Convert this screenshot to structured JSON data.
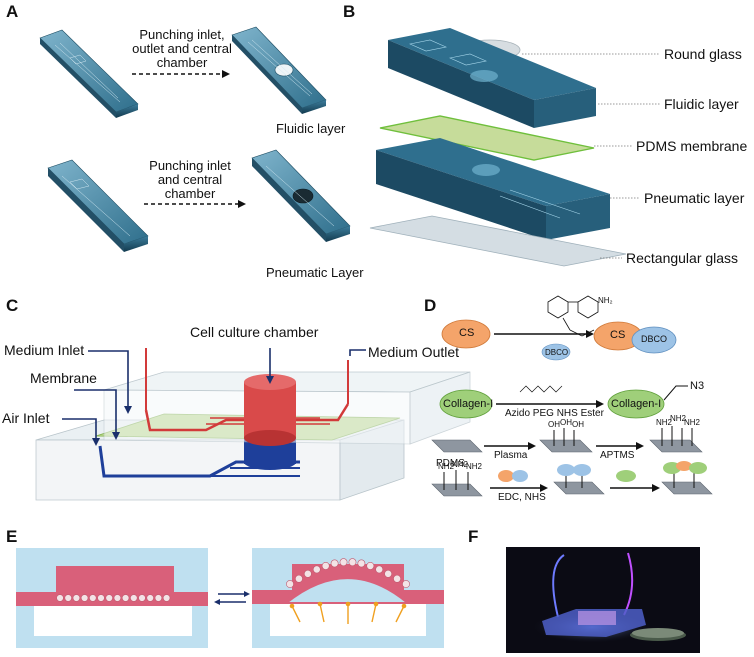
{
  "panels": {
    "a": {
      "letter": "A",
      "step1": "Punching inlet, outlet and central chamber",
      "step1_result": "Fluidic layer",
      "step2": "Punching inlet and central chamber",
      "step2_result": "Pneumatic Layer"
    },
    "b": {
      "letter": "B",
      "labels": [
        "Round glass",
        "Fluidic layer",
        "PDMS membrane",
        "Pneumatic layer",
        "Rectangular glass"
      ]
    },
    "c": {
      "letter": "C",
      "labels": {
        "medium_inlet": "Medium Inlet",
        "cell_culture_chamber": "Cell culture chamber",
        "medium_outlet": "Medium Outlet",
        "membrane": "Membrane",
        "air_inlet": "Air Inlet"
      }
    },
    "d": {
      "letter": "D",
      "cs": "CS",
      "dbco": "DBCO",
      "collagen": "Collagen-I",
      "n3": "N3",
      "azido_reagent": "Azido PEG NHS Ester",
      "pdms": "PDMS",
      "plasma": "Plasma",
      "aptms": "APTMS",
      "edc_nhs": "EDC, NHS",
      "oh": "OH",
      "nh2": "NH2",
      "nh2_formula": "NH₂"
    },
    "e": {
      "letter": "E"
    },
    "f": {
      "letter": "F"
    }
  },
  "colors": {
    "arrow_navy": "#1a2f6b",
    "chip_blue": "#4aa3c8",
    "membrane_green": "#a6cf7a",
    "channel_red": "#d23a3a",
    "pneumatic_blue": "#1e3f9a",
    "panel_e_blue": "#bfe0f0",
    "panel_e_pink": "#d9607a",
    "cs_orange": "#f4a46a",
    "dbco_blue": "#9dc3e6",
    "collagen_green": "#9fcf7a"
  }
}
